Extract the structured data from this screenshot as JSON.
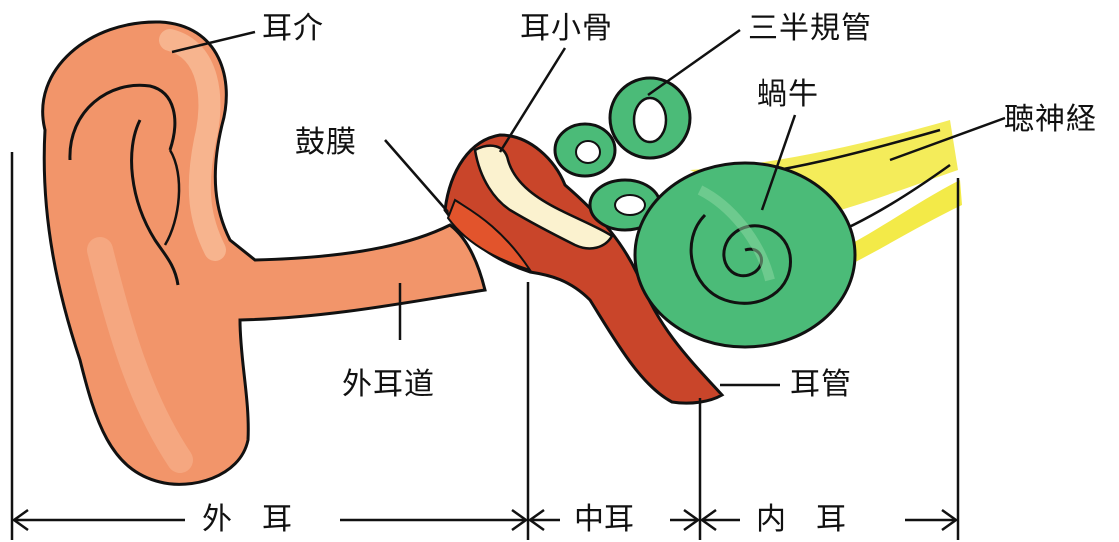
{
  "labels": {
    "pinna": "耳介",
    "ossicles": "耳小骨",
    "semicircular_canals": "三半規管",
    "cochlea": "蝸牛",
    "eardrum": "鼓膜",
    "auditory_nerve": "聴神経",
    "ear_canal": "外耳道",
    "eustachian_tube": "耳管"
  },
  "sections": {
    "outer_ear": "外　耳",
    "middle_ear": "中耳",
    "inner_ear": "内　耳"
  },
  "colors": {
    "outer": "#f2956a",
    "outer_light": "#f7b792",
    "eardrum": "#e2542c",
    "middle": "#c9452a",
    "ossicle": "#fbf2cf",
    "inner": "#4bbb78",
    "inner_light": "#8fd9a3",
    "nerve": "#f3ea48",
    "line": "#111111"
  }
}
